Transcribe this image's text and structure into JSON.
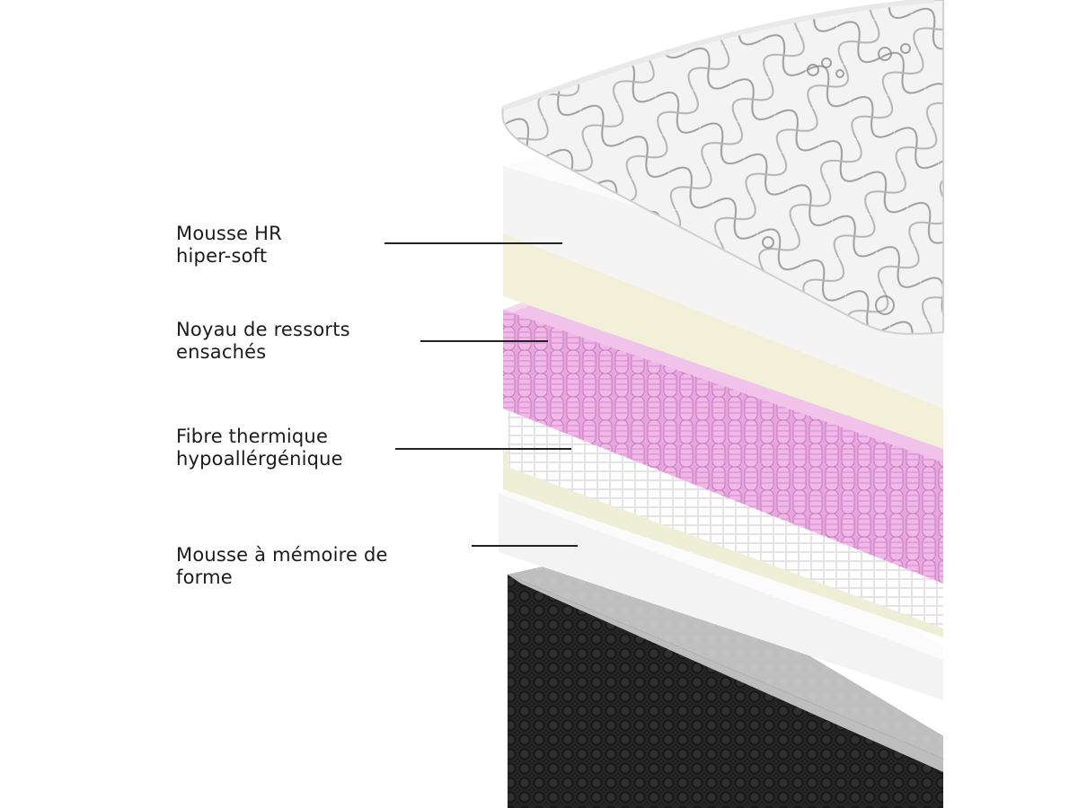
{
  "labels": [
    {
      "line1": "Mousse HR",
      "line2": "hiper-soft"
    },
    {
      "line1": "Noyau de ressorts",
      "line2": "ensachés"
    },
    {
      "line1": "Fibre thermique",
      "line2": "hypoallérgénique"
    },
    {
      "line1": "Mousse à mémoire de",
      "line2": "forme"
    }
  ],
  "layers": [
    {
      "name": "quilted-top-cover",
      "color": "#f2f2f2"
    },
    {
      "name": "white-foam",
      "color": "#f6f6f6"
    },
    {
      "name": "hr-foam",
      "color": "#f3f1d6"
    },
    {
      "name": "pocket-springs",
      "color": "#e6a6dd"
    },
    {
      "name": "thermal-fiber",
      "color": "#efeed6"
    },
    {
      "name": "memory-foam",
      "color": "#f4f4f4"
    },
    {
      "name": "base-border",
      "color": "#2a2a2a"
    }
  ]
}
